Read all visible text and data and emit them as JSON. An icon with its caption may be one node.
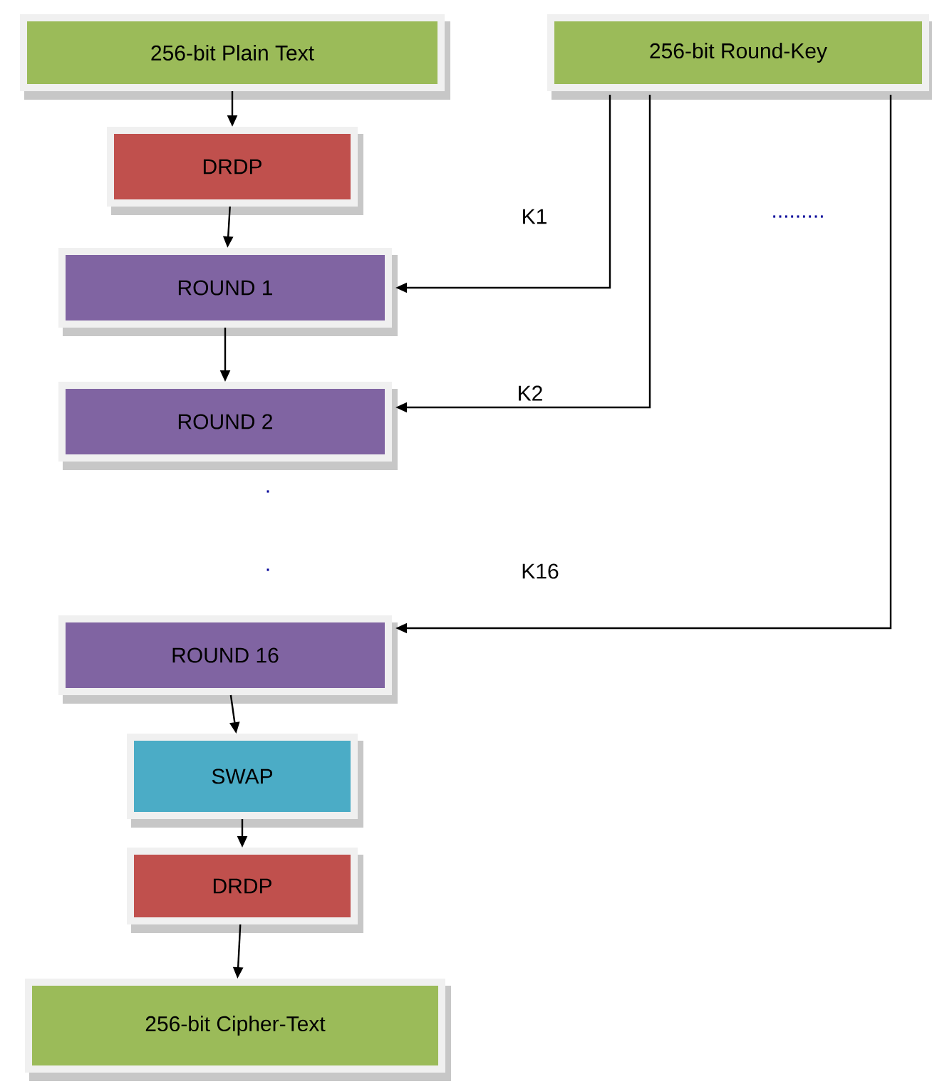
{
  "diagram": {
    "nodes": [
      {
        "text": [
          "256-bit Plain Text"
        ]
      },
      {
        "text": [
          "256-bit Round-Key"
        ]
      },
      {
        "text": [
          "DRDP"
        ]
      },
      {
        "text": [
          "ROUND 1"
        ]
      },
      {
        "text": [
          "ROUND 2"
        ]
      },
      {
        "text": [
          "ROUND 16"
        ]
      },
      {
        "text": [
          "SWAP"
        ]
      },
      {
        "text": [
          "DRDP"
        ]
      },
      {
        "text": [
          "256-bit Cipher-Text"
        ]
      }
    ],
    "edges": [
      {
        "from": 0,
        "to": 2,
        "arrow": "to"
      },
      {
        "from": 2,
        "to": 3,
        "arrow": "to"
      },
      {
        "from": 3,
        "to": 4,
        "arrow": "to"
      },
      {
        "from": 1,
        "to": 3,
        "arrow": "to",
        "label": "K1"
      },
      {
        "from": 1,
        "to": 4,
        "arrow": "to",
        "label": "K2"
      },
      {
        "from": 1,
        "to": 5,
        "arrow": "to",
        "label": "K16"
      },
      {
        "from": 5,
        "to": 6,
        "arrow": "to"
      },
      {
        "from": 6,
        "to": 7,
        "arrow": "to"
      },
      {
        "from": 7,
        "to": 8,
        "arrow": "to"
      }
    ],
    "labels": [
      ".........",
      ".",
      "."
    ]
  }
}
